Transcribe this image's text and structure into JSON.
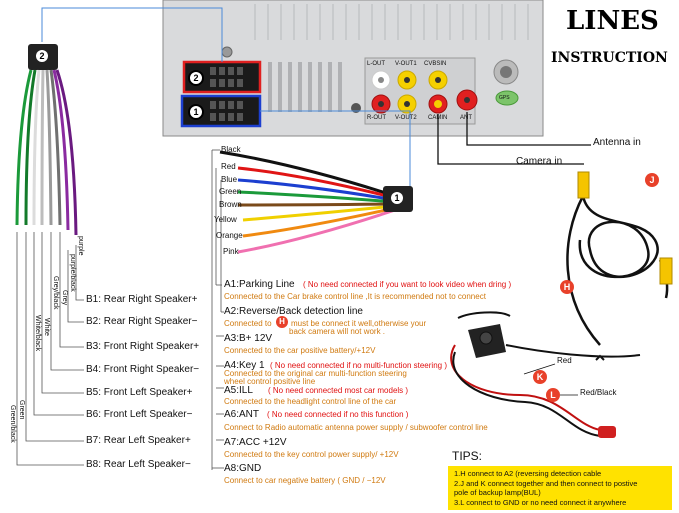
{
  "title": {
    "line1": "LINES",
    "line2": "INSTRUCTION"
  },
  "connectors": {
    "conn1": "1",
    "conn2": "2"
  },
  "ports": {
    "l_out": "L-OUT",
    "v_out1": "V-OUT1",
    "cvbsin": "CVBSIN",
    "r_out": "R-OUT",
    "v_out2": "V-OUT2",
    "camin": "CAMIN",
    "ant": "ANT",
    "gps": "GPS"
  },
  "antenna_in": "Antenna in",
  "camera_in": "Camera in",
  "wires_a": [
    {
      "label": "Black",
      "color": "#111111"
    },
    {
      "label": "Red",
      "color": "#e01515"
    },
    {
      "label": "Blue",
      "color": "#1c3fd0"
    },
    {
      "label": "Green",
      "color": "#1b9a3a"
    },
    {
      "label": "Brown",
      "color": "#7a4a1a"
    },
    {
      "label": "Yellow",
      "color": "#f0d000"
    },
    {
      "label": "Orange",
      "color": "#f08a10"
    },
    {
      "label": "Pink",
      "color": "#f070b0"
    }
  ],
  "wires_b": [
    {
      "label": "purple",
      "color": "#8a2aa0"
    },
    {
      "label": "purple/black",
      "color": "#6a1a80"
    },
    {
      "label": "Grey",
      "color": "#9a9a9a"
    },
    {
      "label": "Grey/black",
      "color": "#707070"
    },
    {
      "label": "White",
      "color": "#e8e8e8"
    },
    {
      "label": "White/black",
      "color": "#c8c8c8"
    },
    {
      "label": "Green",
      "color": "#1b9a3a"
    },
    {
      "label": "Green/black",
      "color": "#137a2a"
    }
  ],
  "a_items": [
    {
      "title": "A1:Parking Line",
      "note": "( No need connected if you want to look video when dring )",
      "desc": "Connected to the Car brake control line ,It is recommended not to connect"
    },
    {
      "title": "A2:Reverse/Back detection line",
      "desc_pre": "Connected to",
      "badge": "H",
      "note": "must be connect it well,otherwise your",
      "note2": "back camera will not work ."
    },
    {
      "title": "A3:B+ 12V",
      "desc": "Connected to the car positive battery/+12V"
    },
    {
      "title": "A4:Key 1",
      "note": "( No need connected if no multi-function steering )",
      "desc": "Connected to the original car multi-function steering",
      "desc2": "wheel control positive line"
    },
    {
      "title": "A5:ILL",
      "note": "( No need connected most car models )",
      "desc": "Connected to the headlight control line of the car"
    },
    {
      "title": "A6:ANT",
      "note": "( No need connected if no this function )",
      "desc": "Connect to Radio automatic antenna power supply / subwoofer control line"
    },
    {
      "title": "A7:ACC +12V",
      "desc": "Connected to the key control power supply/ +12V"
    },
    {
      "title": "A8:GND",
      "desc": "Connect to car negative battery  ( GND / −12V"
    }
  ],
  "b_items": [
    "B1: Rear Right Speaker+",
    "B2: Rear Right Speaker−",
    "B3: Front Right Speaker+",
    "B4: Front Right Speaker−",
    "B5: Front Left Speaker+",
    "B6: Front Left  Speaker−",
    "B7: Rear Left Speaker+",
    "B8: Rear Left Speaker−"
  ],
  "badges": {
    "j": "J",
    "h": "H",
    "k": "K",
    "l": "L"
  },
  "camera_wires": {
    "red": "Red",
    "redblack": "Red/Black"
  },
  "tips": {
    "heading": "TIPS:",
    "lines": [
      "1.H connect to A2 (reversing detection cable",
      "2.J and K connect together and then connect to postive",
      "   pole of backup lamp(BUL)",
      "3.L connect to GND  or no need connect it anywhere"
    ]
  }
}
